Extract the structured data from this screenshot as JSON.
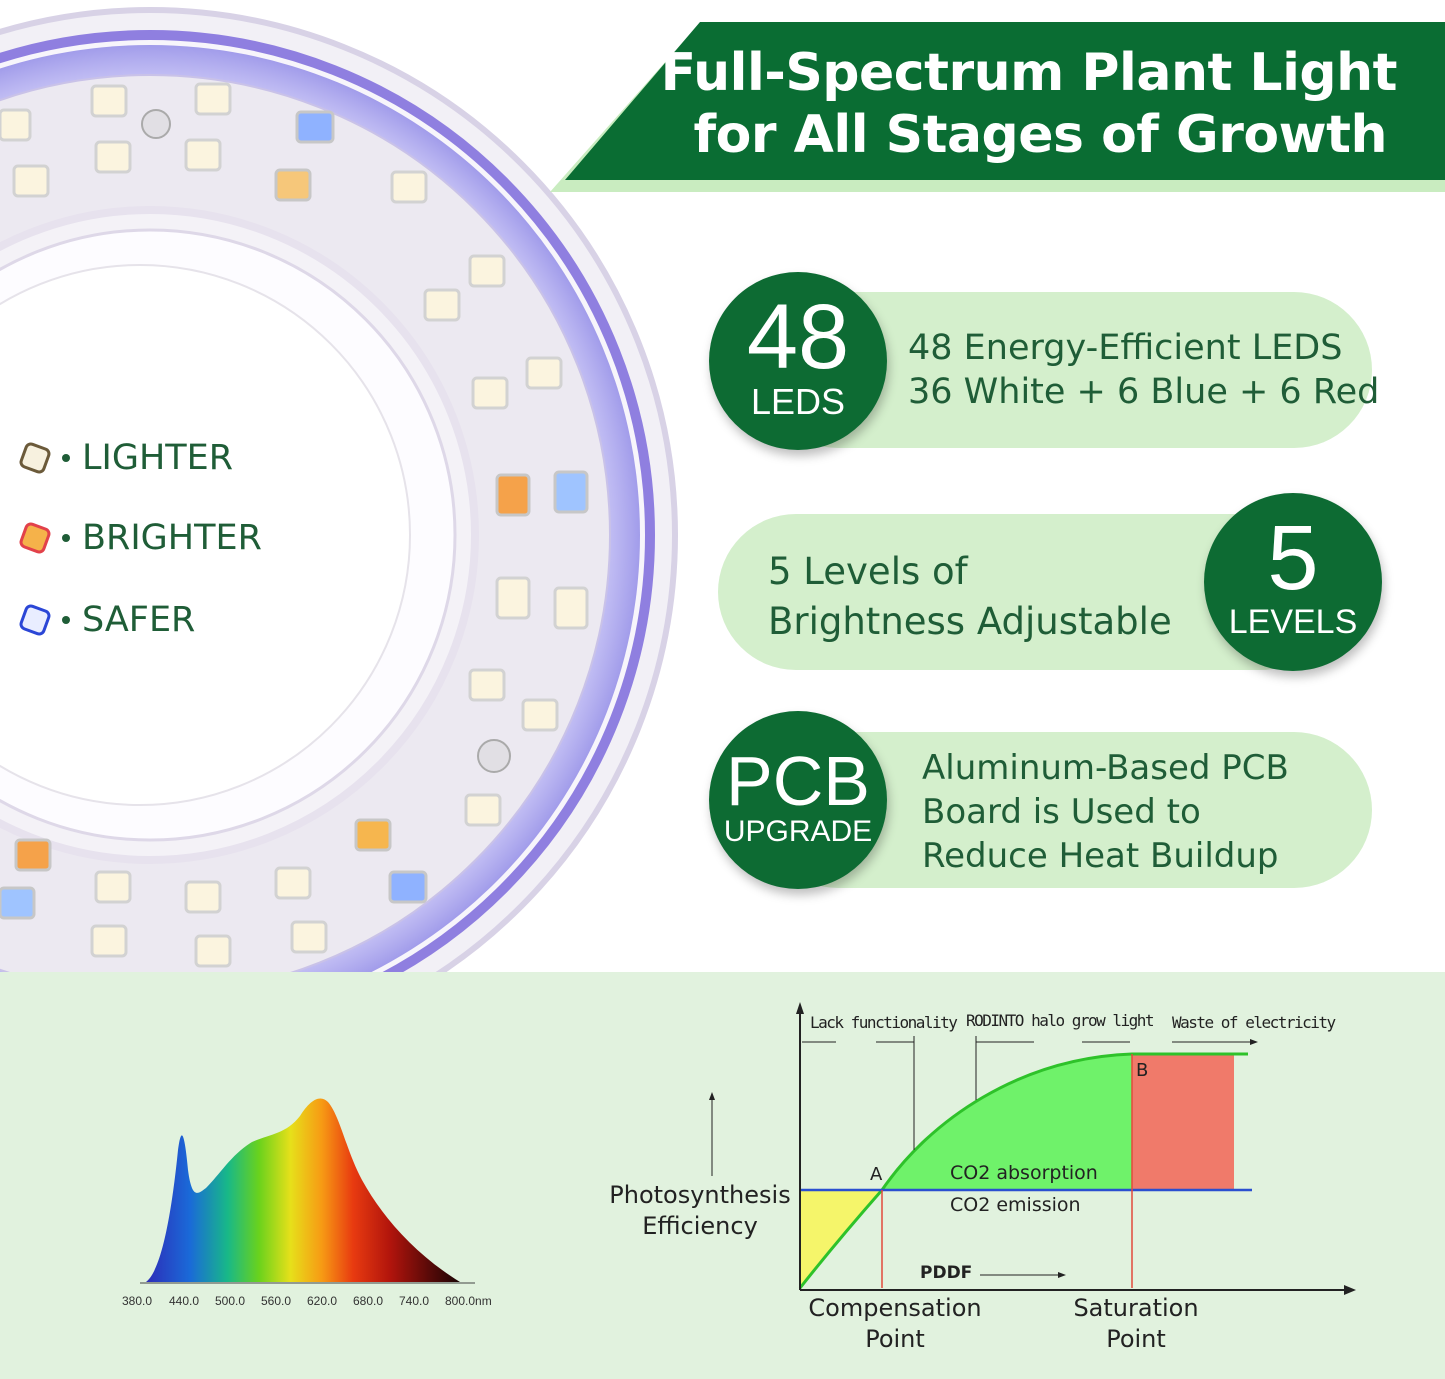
{
  "title": {
    "line1": "Full-Spectrum Plant Light",
    "line2": "for All Stages of Growth"
  },
  "features": [
    {
      "badge_big": "48",
      "badge_small": "LEDS",
      "line1": "48 Energy-Efficient LEDS",
      "line2": "36 White + 6 Blue + 6 Red"
    },
    {
      "badge_big": "5",
      "badge_small": "LEVELS",
      "line1": "5 Levels of",
      "line2": "Brightness Adjustable"
    },
    {
      "badge_big": "PCB",
      "badge_small": "UPGRADE",
      "line1": "Aluminum-Based PCB",
      "line2": "Board is Used to",
      "line3": "Reduce Heat Buildup"
    }
  ],
  "legend": [
    {
      "label": "LIGHTER",
      "chip_color": "#f3ead0"
    },
    {
      "label": "BRIGHTER",
      "chip_color": "#f5b24a"
    },
    {
      "label": "SAFER",
      "chip_color": "#3f63e0"
    }
  ],
  "spectrum": {
    "ticks": [
      "380.0",
      "440.0",
      "500.0",
      "560.0",
      "620.0",
      "680.0",
      "740.0",
      "800.0nm"
    ]
  },
  "curve_diagram": {
    "top_labels": {
      "lack": "Lack functionality",
      "halo": "RODINTO halo grow light",
      "waste": "Waste of electricity"
    },
    "y_label_line1": "Photosynthesis",
    "y_label_line2": "Efficiency",
    "point_a": "A",
    "point_b": "B",
    "co2_absorption": "CO2 absorption",
    "co2_emission": "CO2 emission",
    "pddf": "PDDF",
    "compensation_line1": "Compensation",
    "compensation_line2": "Point",
    "saturation_line1": "Saturation",
    "saturation_line2": "Point"
  },
  "colors": {
    "brand_green": "#0d6b33",
    "pill_green": "#d4efcc",
    "panel_green": "#e1f2de",
    "curve_green": "#6ff26a",
    "waste_red": "#f07a6a",
    "lack_yellow": "#f5f56a",
    "co2_line_blue": "#2a4fd0"
  }
}
